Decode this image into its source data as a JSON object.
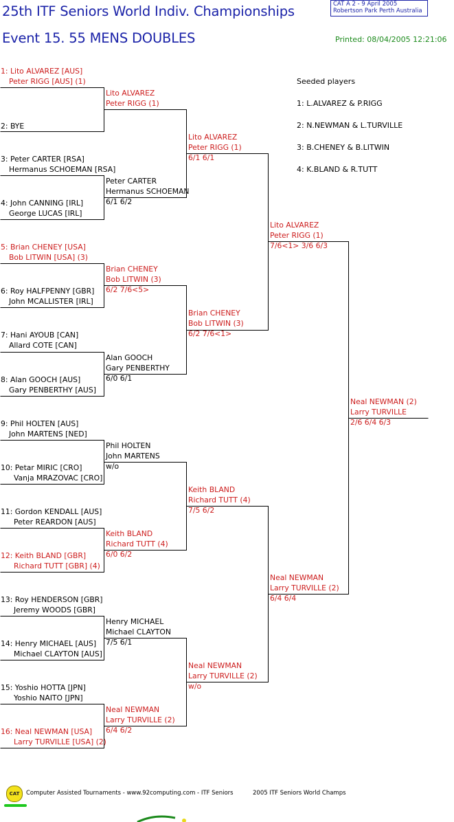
{
  "header": {
    "title": "25th ITF Seniors World Indiv. Championships",
    "event": "Event 15. 55 MENS DOUBLES",
    "cat_line1": "CAT A   2 - 9 April 2005",
    "cat_line2": "Robertson  Park  Perth    Australia",
    "printed": "Printed: 08/04/2005 12:21:06"
  },
  "seeds": {
    "heading": "Seeded players",
    "items": [
      "1: L.ALVAREZ & P.RIGG",
      "2: N.NEWMAN & L.TURVILLE",
      "3: B.CHENEY & B.LITWIN",
      "4: K.BLAND & R.TUTT"
    ]
  },
  "round1": [
    {
      "l1": "1: Lito ALVAREZ [AUS]",
      "l2": "Peter RIGG [AUS] (1)"
    },
    {
      "l1": "2: BYE",
      "l2": ""
    },
    {
      "l1": "3: Peter CARTER [RSA]",
      "l2": "Hermanus SCHOEMAN [RSA]"
    },
    {
      "l1": "4: John CANNING [IRL]",
      "l2": "George LUCAS [IRL]"
    },
    {
      "l1": "5: Brian CHENEY [USA]",
      "l2": "Bob LITWIN [USA] (3)"
    },
    {
      "l1": "6: Roy HALFPENNY [GBR]",
      "l2": "John MCALLISTER [IRL]"
    },
    {
      "l1": "7: Hani AYOUB [CAN]",
      "l2": "Allard COTE [CAN]"
    },
    {
      "l1": "8: Alan GOOCH [AUS]",
      "l2": "Gary PENBERTHY [AUS]"
    },
    {
      "l1": "9: Phil HOLTEN [AUS]",
      "l2": "John MARTENS [NED]"
    },
    {
      "l1": "10: Petar MIRIC [CRO]",
      "l2": "Vanja MRAZOVAC [CRO]"
    },
    {
      "l1": "11: Gordon KENDALL [AUS]",
      "l2": "Peter REARDON [AUS]"
    },
    {
      "l1": "12: Keith BLAND [GBR]",
      "l2": "Richard TUTT [GBR] (4)"
    },
    {
      "l1": "13: Roy HENDERSON [GBR]",
      "l2": "Jeremy WOODS [GBR]"
    },
    {
      "l1": "14: Henry MICHAEL [AUS]",
      "l2": "Michael CLAYTON [AUS]"
    },
    {
      "l1": "15: Yoshio HOTTA [JPN]",
      "l2": "Yoshio NAITO [JPN]"
    },
    {
      "l1": "16: Neal NEWMAN [USA]",
      "l2": "Larry TURVILLE [USA] (2)"
    }
  ],
  "round2": [
    {
      "l1": "Lito ALVAREZ",
      "l2": "Peter RIGG (1)",
      "s": ""
    },
    {
      "l1": "Peter CARTER",
      "l2": "Hermanus SCHOEMAN",
      "s": "6/1 6/2"
    },
    {
      "l1": "Brian CHENEY",
      "l2": "Bob LITWIN (3)",
      "s": "6/2 7/6<5>"
    },
    {
      "l1": "Alan GOOCH",
      "l2": "Gary PENBERTHY",
      "s": "6/0 6/1"
    },
    {
      "l1": "Phil HOLTEN",
      "l2": "John MARTENS",
      "s": "w/o"
    },
    {
      "l1": "Keith BLAND",
      "l2": "Richard TUTT (4)",
      "s": "6/0 6/2"
    },
    {
      "l1": "Henry MICHAEL",
      "l2": "Michael CLAYTON",
      "s": "7/5 6/1"
    },
    {
      "l1": "Neal NEWMAN",
      "l2": "Larry TURVILLE (2)",
      "s": "6/4 6/2"
    }
  ],
  "round3": [
    {
      "l1": "Lito ALVAREZ",
      "l2": "Peter RIGG (1)",
      "s": "6/1 6/1"
    },
    {
      "l1": "Brian CHENEY",
      "l2": "Bob LITWIN (3)",
      "s": "6/2 7/6<1>"
    },
    {
      "l1": "Keith BLAND",
      "l2": "Richard TUTT (4)",
      "s": "7/5 6/2"
    },
    {
      "l1": "Neal NEWMAN",
      "l2": "Larry TURVILLE (2)",
      "s": "w/o"
    }
  ],
  "round4": [
    {
      "l1": "Lito ALVAREZ",
      "l2": "Peter RIGG (1)",
      "s": "7/6<1> 3/6 6/3"
    },
    {
      "l1": "Neal NEWMAN",
      "l2": "Larry TURVILLE (2)",
      "s": "6/4 6/4"
    }
  ],
  "final": {
    "l1": "Neal NEWMAN (2)",
    "l2": "Larry TURVILLE",
    "s": "2/6 6/4 6/3"
  },
  "footer": {
    "logo": "CAT",
    "left": "Computer Assisted Tournaments - www.92computing.com -  ITF Seniors",
    "right": "2005 ITF Seniors World Champs"
  },
  "colors": {
    "title": "#1a22a8",
    "seed_red": "#cc1b1b",
    "printed": "#1c8a1c"
  }
}
